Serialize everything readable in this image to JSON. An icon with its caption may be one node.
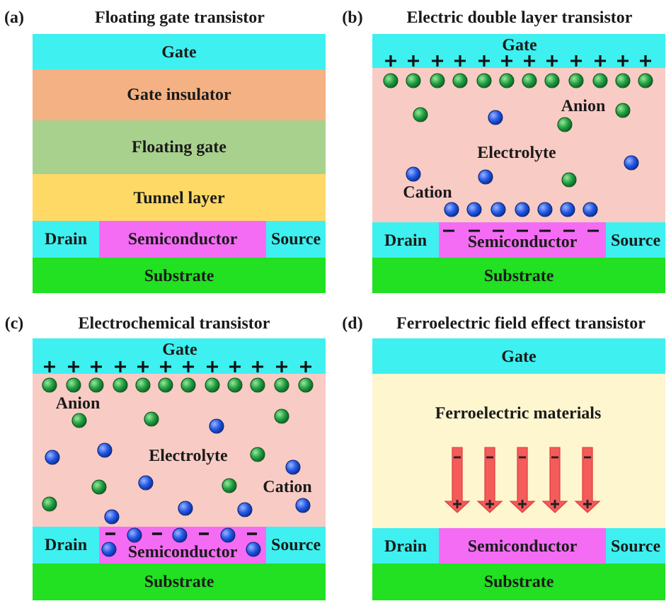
{
  "diagram": {
    "nodes": [
      {
        "text": [
          "Gate"
        ]
      },
      {
        "text": [
          "Gate insulator"
        ]
      },
      {
        "text": [
          "Floating gate"
        ]
      },
      {
        "text": [
          "Tunnel layer"
        ]
      },
      {
        "text": [
          "Drain"
        ]
      },
      {
        "text": [
          "Semiconductor"
        ]
      },
      {
        "text": [
          "Source"
        ]
      },
      {
        "text": [
          "Substrate"
        ]
      },
      {
        "text": [
          "Gate"
        ]
      },
      {
        "text": [
          "Anion",
          "Electrolyte",
          "Cation"
        ]
      },
      {
        "text": [
          "Drain"
        ]
      },
      {
        "text": [
          "Semiconductor"
        ]
      },
      {
        "text": [
          "Source"
        ]
      },
      {
        "text": [
          "Substrate"
        ]
      },
      {
        "text": [
          "Gate"
        ]
      },
      {
        "text": [
          "Anion",
          "Electrolyte",
          "Cation"
        ]
      },
      {
        "text": [
          "Drain"
        ]
      },
      {
        "text": [
          "Semiconductor"
        ]
      },
      {
        "text": [
          "Source"
        ]
      },
      {
        "text": [
          "Substrate"
        ]
      },
      {
        "text": [
          "Gate"
        ]
      },
      {
        "text": [
          "Ferroelectric materials"
        ]
      },
      {
        "text": [
          "Drain"
        ]
      },
      {
        "text": [
          "Semiconductor"
        ]
      },
      {
        "text": [
          "Source"
        ]
      },
      {
        "text": [
          "Substrate"
        ]
      }
    ],
    "labels": [
      "(a)",
      "Floating gate transistor",
      "(b)",
      "Electric double layer transistor",
      "(c)",
      "Electrochemical transistor",
      "(d)",
      "Ferroelectric field effect transistor"
    ]
  }
}
